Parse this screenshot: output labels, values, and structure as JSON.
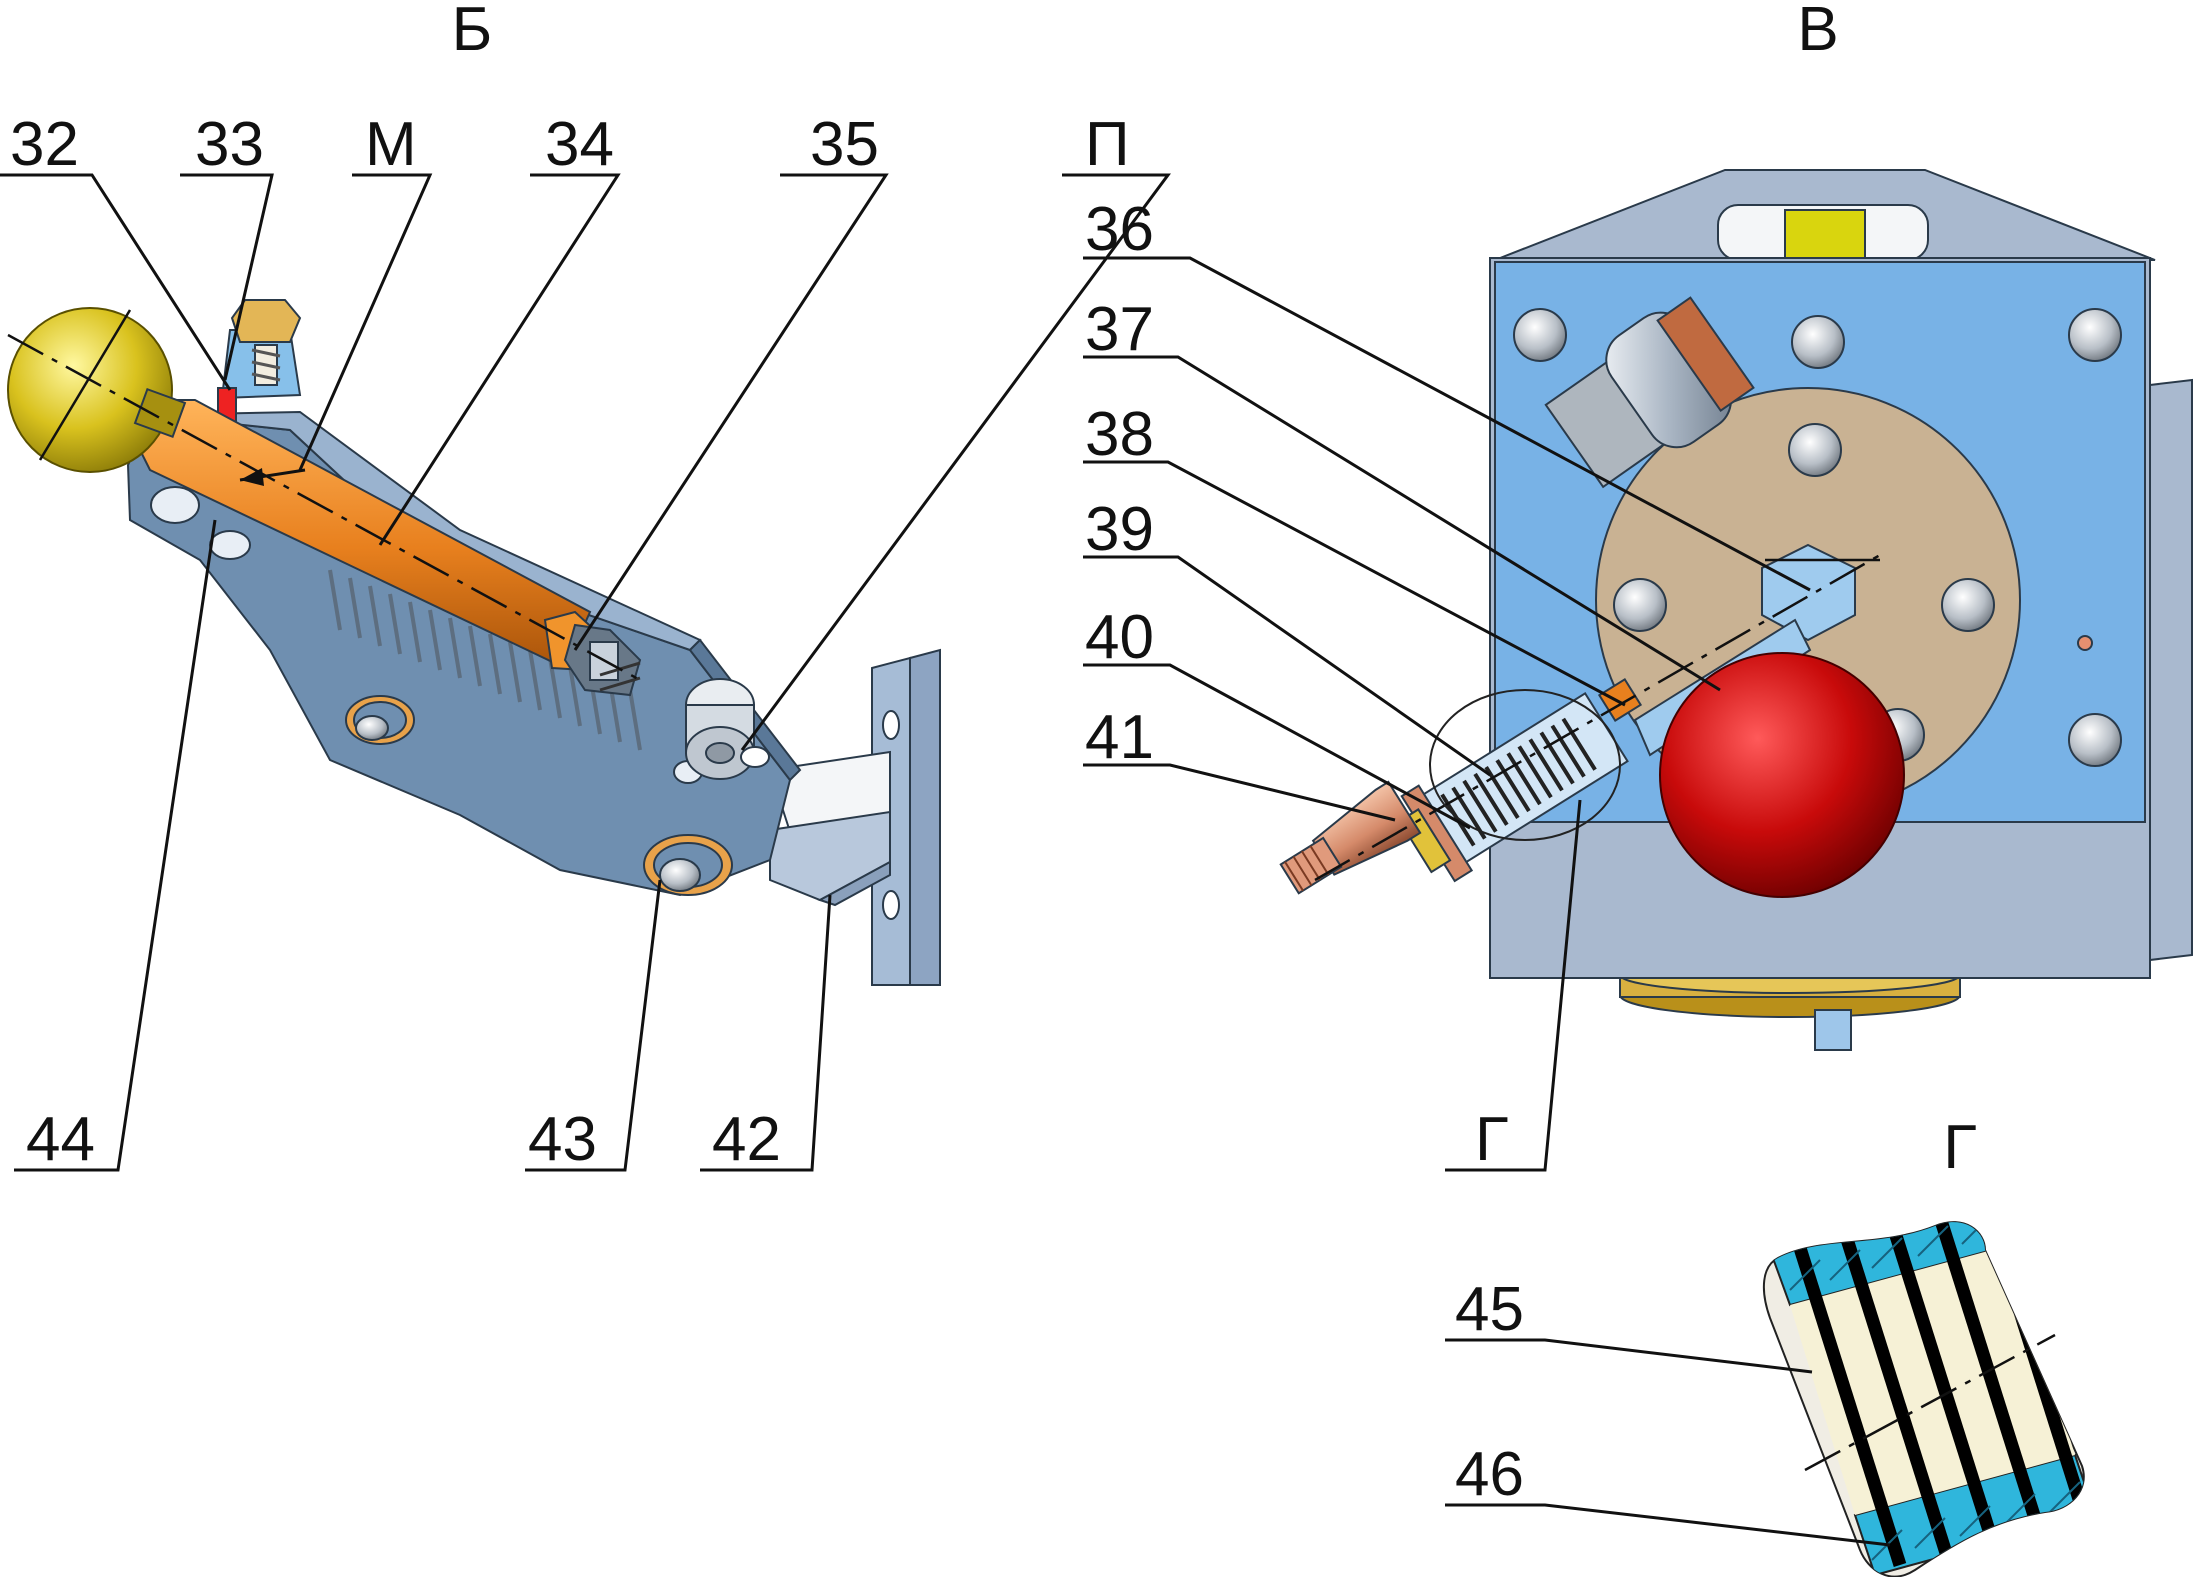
{
  "views": {
    "b": "Б",
    "v": "В",
    "g": "Г"
  },
  "labels": {
    "l32": "32",
    "l33": "33",
    "lM": "М",
    "l34": "34",
    "l35": "35",
    "lP": "П",
    "l36": "36",
    "l37": "37",
    "l38": "38",
    "l39": "39",
    "l40": "40",
    "l41": "41",
    "l42": "42",
    "l43": "43",
    "l44": "44",
    "lG": "Г",
    "l45": "45",
    "l46": "46"
  },
  "colors": {
    "bracket": "#6f8fb0",
    "rod": "#e8801e",
    "knob_yellow": "#d9c21e",
    "body_blue": "#78b2e6",
    "frame_grey": "#a9b9cf",
    "flange": "#c9b293",
    "knob_red": "#c80a0a",
    "fitting_copper": "#d58a6a",
    "section_cyan": "#2fb6dc",
    "section_cream": "#f6f1d6"
  }
}
